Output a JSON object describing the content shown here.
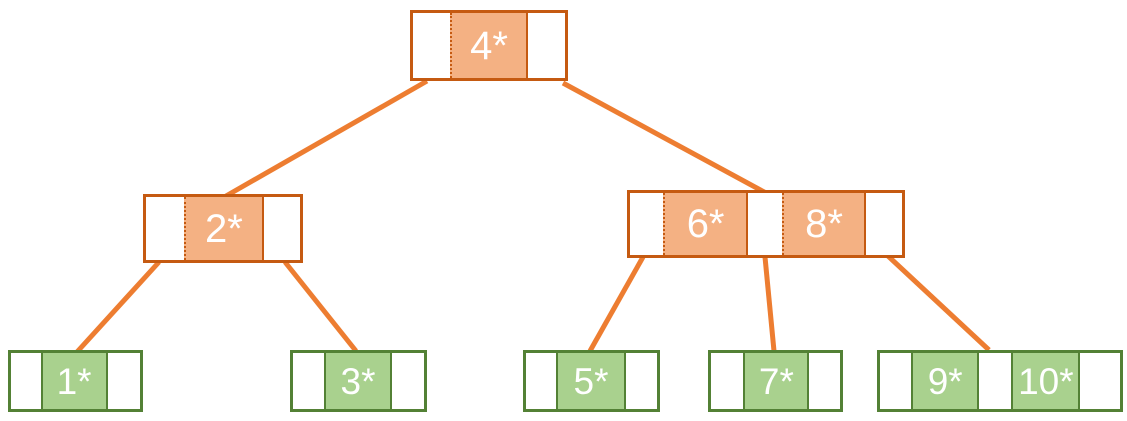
{
  "diagram": {
    "type": "b-tree",
    "background": "#ffffff",
    "palette": {
      "internal_fill": "#F4B183",
      "internal_border": "#C55A11",
      "leaf_fill": "#A9D18E",
      "leaf_border": "#538135",
      "edge_color": "#ED7D31",
      "key_text_color": "#FFFFFF"
    },
    "nodes": {
      "root": {
        "level": 0,
        "kind": "internal",
        "keys": [
          "4*"
        ]
      },
      "left": {
        "level": 1,
        "kind": "internal",
        "keys": [
          "2*"
        ]
      },
      "right": {
        "level": 1,
        "kind": "internal",
        "keys": [
          "6*",
          "8*"
        ]
      },
      "leaf1": {
        "level": 2,
        "kind": "leaf",
        "keys": [
          "1*"
        ]
      },
      "leaf2": {
        "level": 2,
        "kind": "leaf",
        "keys": [
          "3*"
        ]
      },
      "leaf3": {
        "level": 2,
        "kind": "leaf",
        "keys": [
          "5*"
        ]
      },
      "leaf4": {
        "level": 2,
        "kind": "leaf",
        "keys": [
          "7*"
        ]
      },
      "leaf5": {
        "level": 2,
        "kind": "leaf",
        "keys": [
          "9*",
          "10*"
        ]
      }
    },
    "edges": [
      {
        "from": "root",
        "to": "left"
      },
      {
        "from": "root",
        "to": "right"
      },
      {
        "from": "left",
        "to": "leaf1"
      },
      {
        "from": "left",
        "to": "leaf2"
      },
      {
        "from": "right",
        "to": "leaf3"
      },
      {
        "from": "right",
        "to": "leaf4"
      },
      {
        "from": "right",
        "to": "leaf5"
      }
    ]
  }
}
